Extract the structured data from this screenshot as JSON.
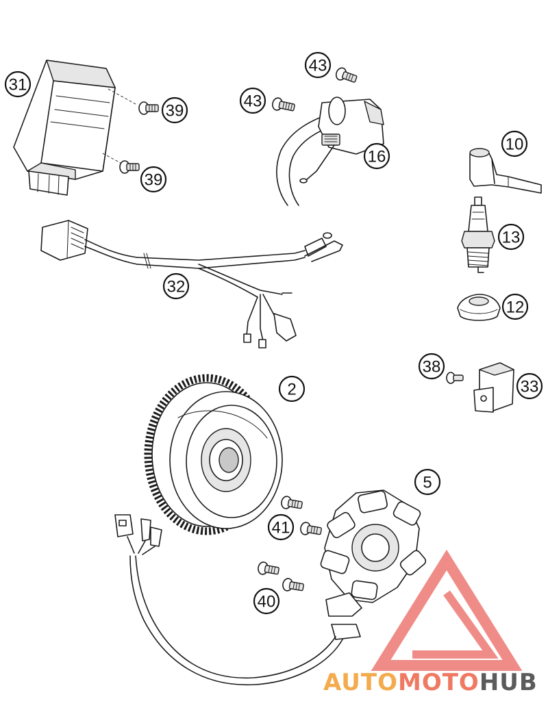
{
  "parts": {
    "ecu": "31",
    "ecu_bolt_upper": "39",
    "ecu_bolt_lower": "39",
    "coil_bolt_upper": "43",
    "coil_bolt_left": "43",
    "ignition_coil": "16",
    "spark_plug_cap": "10",
    "spark_plug": "13",
    "grommet": "12",
    "wiring_harness": "32",
    "bracket_screw": "38",
    "bracket": "33",
    "flywheel": "2",
    "stator": "5",
    "stator_bolts_upper": "41",
    "stator_bolts_lower": "40"
  },
  "watermark": {
    "part_a": "AUTO",
    "part_b": "MOTO",
    "part_c": "HUB",
    "colors": {
      "triangle": "#e8564f",
      "auto": "#f2a33a",
      "moto": "#ee6b52",
      "hub": "#4a4a4a"
    }
  }
}
